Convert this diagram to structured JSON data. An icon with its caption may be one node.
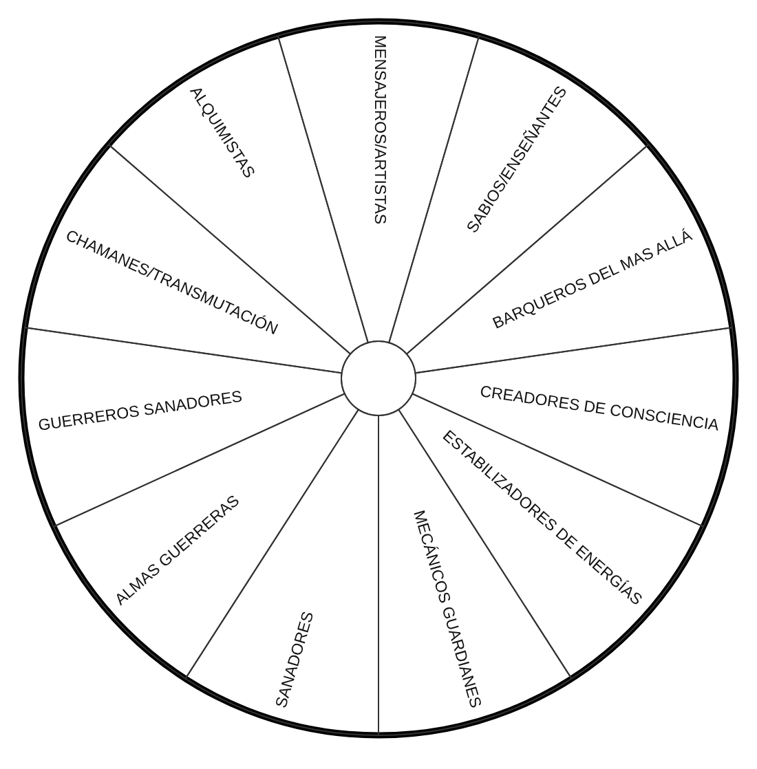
{
  "diagram": {
    "nodes": [
      {
        "text": [
          "MENSAJEROS/ARTISTAS"
        ]
      },
      {
        "text": [
          "SABIOS/ENSEÑANTES"
        ]
      },
      {
        "text": [
          "BARQUEROS DEL MAS ALLÁ"
        ]
      },
      {
        "text": [
          "CREADORES DE CONSCIENCIA"
        ]
      },
      {
        "text": [
          "ESTABILIZADORES DE ENERGÍAS"
        ]
      },
      {
        "text": [
          "MECÁNICOS GUARDIANES"
        ]
      },
      {
        "text": [
          "SANADORES"
        ]
      },
      {
        "text": [
          "ALMAS GUERRERAS"
        ]
      },
      {
        "text": [
          "GUERREROS SANADORES"
        ]
      },
      {
        "text": [
          "CHAMANES/TRANSMUTACIÓN"
        ]
      },
      {
        "text": [
          "ALQUIMISTAS"
        ]
      }
    ]
  }
}
